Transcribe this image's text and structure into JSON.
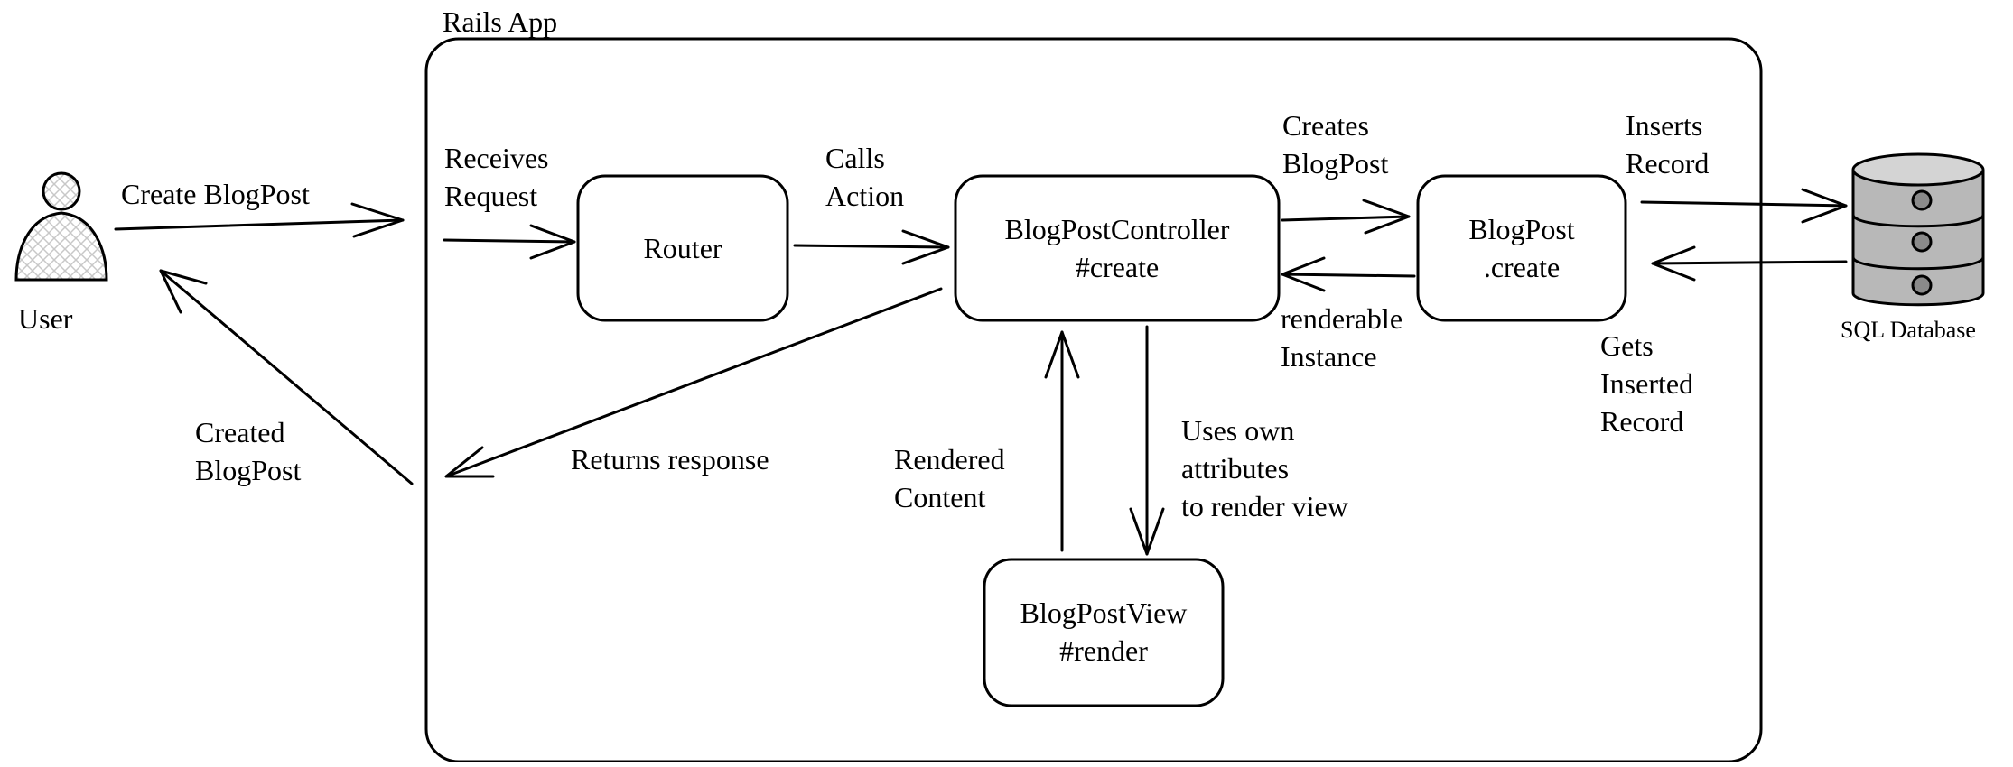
{
  "container": {
    "label": "Rails App"
  },
  "actors": {
    "user": {
      "label": "User",
      "icon": "person-icon"
    },
    "database": {
      "label": "SQL Database",
      "icon": "database-icon"
    }
  },
  "nodes": {
    "router": "Router",
    "controller": "BlogPostController\n#create",
    "model": "BlogPost\n.create",
    "view": "BlogPostView\n#render"
  },
  "edges": {
    "create_blogpost": "Create BlogPost",
    "receives_request": "Receives\nRequest",
    "calls_action": "Calls\nAction",
    "creates_blogpost": "Creates\nBlogPost",
    "inserts_record": "Inserts\nRecord",
    "gets_inserted_record": "Gets\nInserted\nRecord",
    "renderable_instance": "renderable\nInstance",
    "uses_own_attributes": "Uses own\nattributes\nto render view",
    "rendered_content": "Rendered\nContent",
    "returns_response": "Returns response",
    "created_blogpost": "Created\nBlogPost"
  },
  "colors": {
    "stroke": "#000000",
    "database_fill": "#b8b8b8",
    "hatch": "#c8c8c8"
  }
}
